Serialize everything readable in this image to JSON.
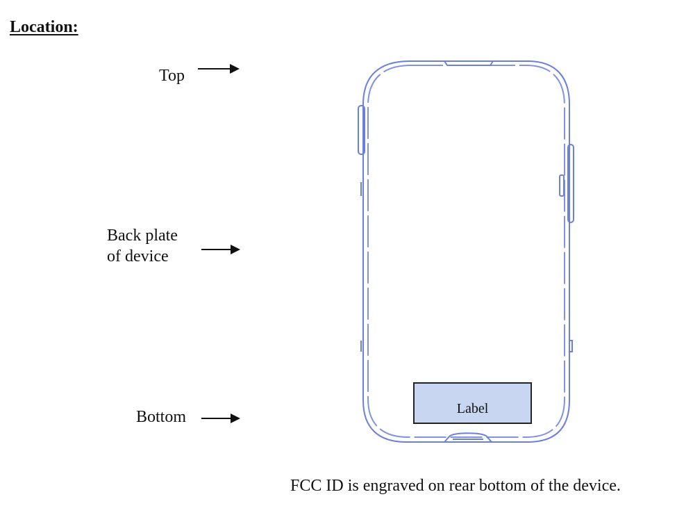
{
  "heading": "Location:",
  "labels": {
    "top": "Top",
    "back_plate": [
      "Back plate",
      "of device"
    ],
    "bottom": "Bottom"
  },
  "device": {
    "label_box": "Label",
    "outline_color": "#6b7fe0",
    "label_fill": "#c9d6f2",
    "label_border": "#222222"
  },
  "caption": "FCC ID is engraved on rear bottom of the device."
}
